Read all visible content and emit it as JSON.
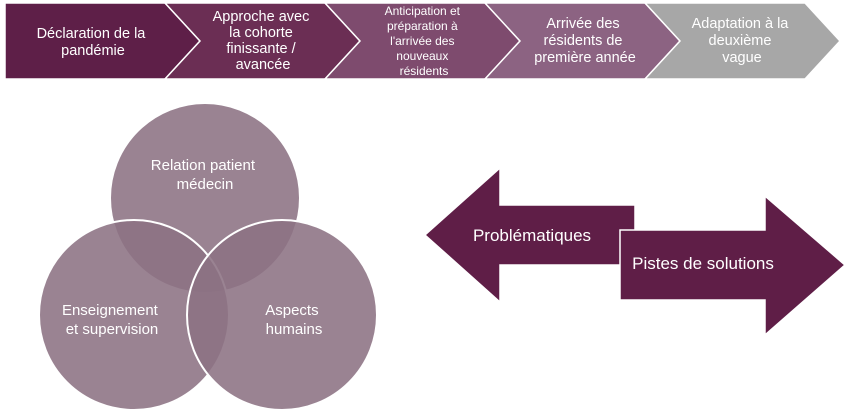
{
  "timeline": {
    "steps": [
      {
        "lines": [
          "Déclaration de la",
          "pandémie"
        ],
        "color": "#5e1f48"
      },
      {
        "lines": [
          "Approche avec",
          "la cohorte",
          "finissante /",
          "avancée"
        ],
        "color": "#6b2e54"
      },
      {
        "lines": [
          "Anticipation et",
          "préparation à",
          "l'arrivée des",
          "nouveaux",
          "résidents"
        ],
        "color": "#7e4b6e"
      },
      {
        "lines": [
          "Arrivée des",
          "résidents de",
          "première année"
        ],
        "color": "#8c6382"
      },
      {
        "lines": [
          "Adaptation à la",
          "deuxième",
          "vague"
        ],
        "color": "#a7a7a7"
      }
    ]
  },
  "venn": {
    "top": {
      "lines": [
        "Relation patient",
        "médecin"
      ]
    },
    "left": {
      "lines": [
        "Enseignement",
        "et supervision"
      ]
    },
    "right": {
      "lines": [
        "Aspects",
        "humains"
      ]
    }
  },
  "arrows": {
    "left_label": "Problématiques",
    "right_label": "Pistes de solutions",
    "color": "#5f1e47"
  }
}
